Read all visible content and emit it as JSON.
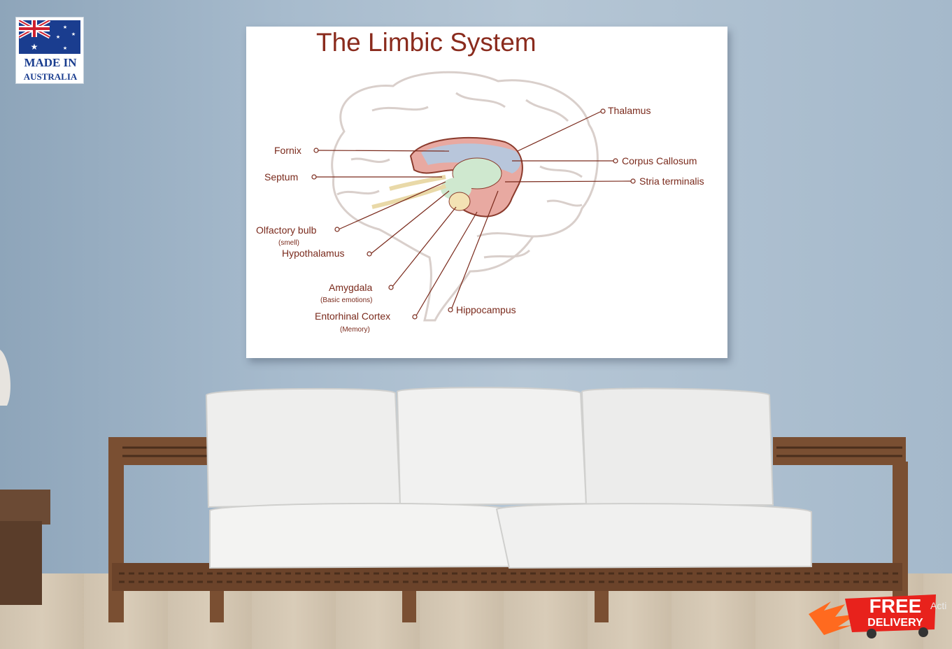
{
  "badge": {
    "line1": "MADE IN",
    "line2": "AUSTRALIA"
  },
  "poster": {
    "title": "The Limbic System",
    "labels": {
      "thalamus": "Thalamus",
      "fornix": "Fornix",
      "corpus_callosum": "Corpus Callosum",
      "septum": "Septum",
      "stria_terminalis": "Stria terminalis",
      "olfactory_bulb": "Olfactory bulb",
      "olfactory_sub": "(smell)",
      "hypothalamus": "Hypothalamus",
      "amygdala": "Amygdala",
      "amygdala_sub": "(Basic emotions)",
      "entorhinal": "Entorhinal Cortex",
      "entorhinal_sub": "(Memory)",
      "hippocampus": "Hippocampus"
    }
  },
  "delivery": {
    "line1": "FREE",
    "line2": "DELIVERY"
  },
  "watermark": "Acti"
}
